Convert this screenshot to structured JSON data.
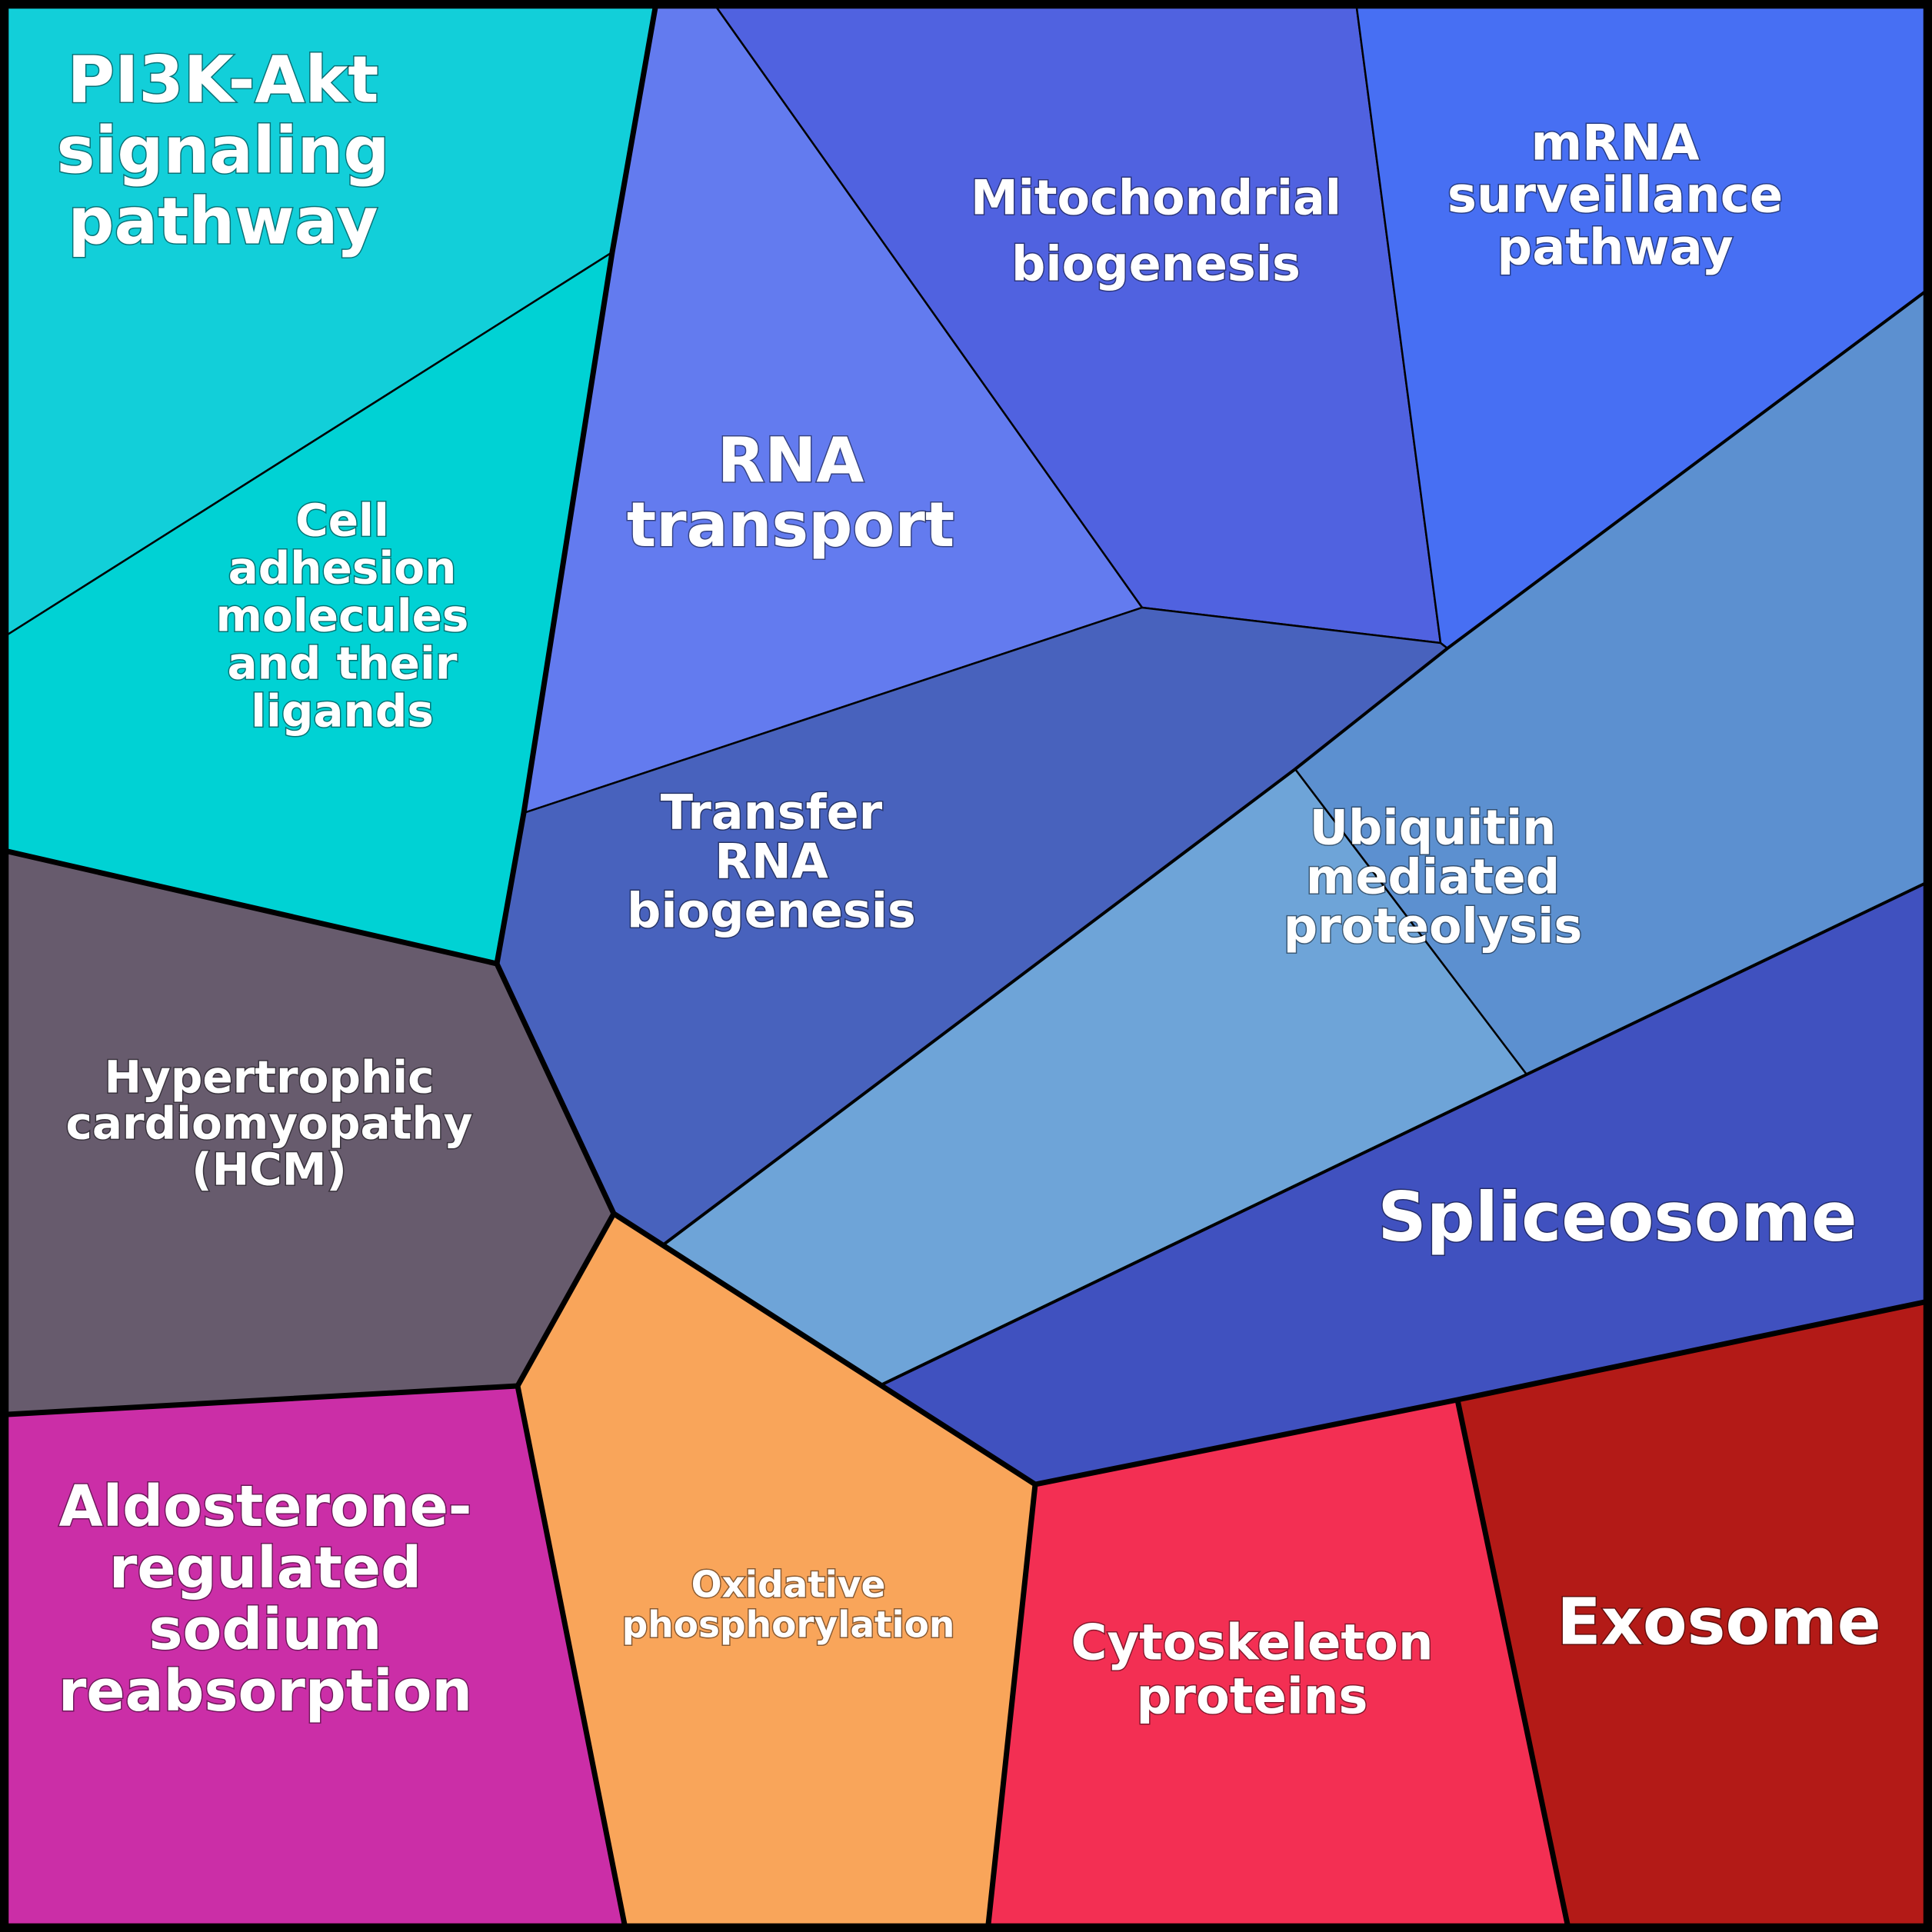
{
  "title": "Voronoi treemap of pathways",
  "cells": [
    {
      "id": "pi3k",
      "label_lines": [
        "PI3K-Akt",
        "signaling",
        "pathway"
      ],
      "color": "#12cfd9"
    },
    {
      "id": "cell-adhesion",
      "label_lines": [
        "Cell",
        "adhesion",
        "molecules",
        "and their",
        "ligands"
      ],
      "color": "#00d2d4"
    },
    {
      "id": "rna-transport",
      "label_lines": [
        "RNA",
        "transport"
      ],
      "color": "#637bef"
    },
    {
      "id": "mito",
      "label_lines": [
        "Mitochondrial",
        "biogenesis"
      ],
      "color": "#5062e0"
    },
    {
      "id": "mrna",
      "label_lines": [
        "mRNA",
        "surveillance",
        "pathway"
      ],
      "color": "#476ff3"
    },
    {
      "id": "trna",
      "label_lines": [
        "Transfer",
        "RNA",
        "biogenesis"
      ],
      "color": "#4862bd"
    },
    {
      "id": "ubiq-a",
      "label_lines": [],
      "color": "#6ea4d8"
    },
    {
      "id": "ubiq-b",
      "label_lines": [
        "Ubiquitin",
        "mediated",
        "proteolysis"
      ],
      "color": "#5c90d0"
    },
    {
      "id": "hcm",
      "label_lines": [
        "Hypertrophic",
        "cardiomyopathy",
        "(HCM)"
      ],
      "color": "#675b6d"
    },
    {
      "id": "spliceosome",
      "label_lines": [
        "Spliceosome"
      ],
      "color": "#4051bf"
    },
    {
      "id": "aldosterone",
      "label_lines": [
        "Aldosterone-",
        "regulated",
        "sodium",
        "reabsorption"
      ],
      "color": "#cb2ea7"
    },
    {
      "id": "oxphos",
      "label_lines": [
        "Oxidative",
        "phosphorylation"
      ],
      "color": "#f9a55a"
    },
    {
      "id": "cytoskeleton",
      "label_lines": [
        "Cytoskeleton",
        "proteins"
      ],
      "color": "#f32f53"
    },
    {
      "id": "exosome",
      "label_lines": [
        "Exosome"
      ],
      "color": "#b31a17"
    }
  ]
}
